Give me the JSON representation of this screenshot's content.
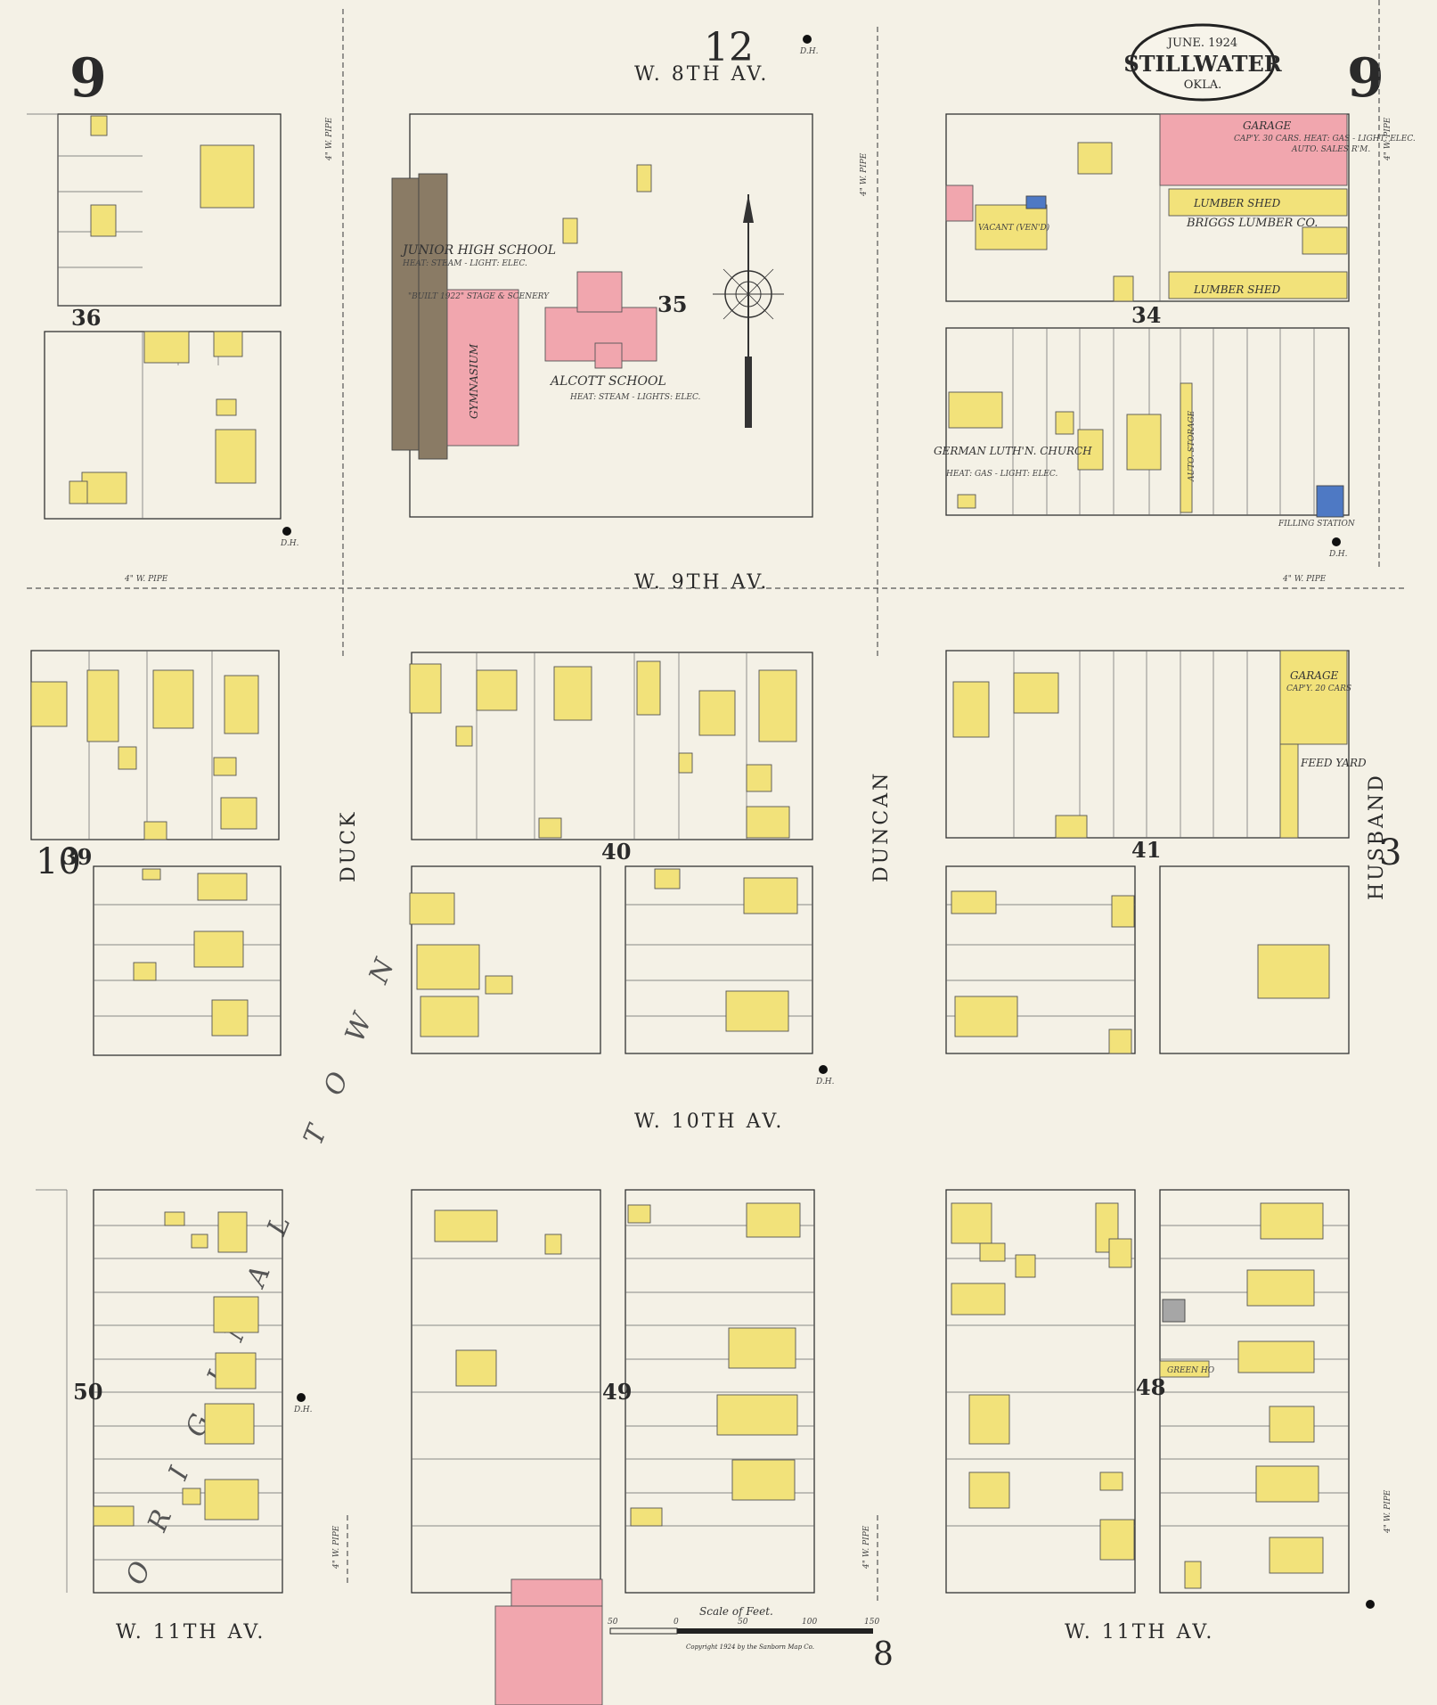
{
  "sheet": {
    "number_left": "9",
    "number_right": "9",
    "number_top": "12",
    "edge_left": "10",
    "edge_right": "3",
    "edge_bottom": "8",
    "date": "JUNE. 1924",
    "city": "STILLWATER",
    "state": "OKLA."
  },
  "streets": {
    "w8": "W. 8TH AV.",
    "w9": "W. 9TH AV.",
    "w10": "W. 10TH AV.",
    "w11_left": "W. 11TH AV.",
    "w11_right": "W. 11TH AV.",
    "duck": "DUCK",
    "duncan": "DUNCAN",
    "husband": "HUSBAND"
  },
  "blocks": [
    "36",
    "35",
    "34",
    "39",
    "40",
    "41",
    "50",
    "49",
    "48"
  ],
  "area_label": "ORIGINAL TOWN",
  "buildings": {
    "junior_high": "JUNIOR HIGH SCHOOL",
    "junior_high_note": "HEAT: STEAM - LIGHT: ELEC.",
    "built": "\"BUILT 1922\" STAGE & SCENERY",
    "gymnasium": "GYMNASIUM",
    "alcott": "ALCOTT SCHOOL",
    "alcott_note": "HEAT: STEAM - LIGHTS: ELEC.",
    "garage_top": "GARAGE",
    "garage_top_note": "CAP'Y. 30 CARS. HEAT: GAS - LIGHT: ELEC.",
    "auto_sales": "AUTO. SALES R'M.",
    "lumber_shed_1": "LUMBER SHED",
    "briggs": "BRIGGS LUMBER CO.",
    "lumber_shed_2": "LUMBER SHED",
    "vacant": "VACANT (VEN'D)",
    "church": "GERMAN LUTH'N. CHURCH",
    "church_note": "HEAT: GAS - LIGHT: ELEC.",
    "auto_storage": "AUTO. STORAGE",
    "filling_station": "FILLING STATION",
    "garage_mid": "GARAGE",
    "garage_mid_note": "CAP'Y. 20 CARS",
    "feed_yard": "FEED YARD",
    "green_ho": "GREEN HO"
  },
  "pipes": {
    "label": "4\" W. PIPE"
  },
  "hydrant": "D.H.",
  "scale": {
    "title": "Scale of Feet.",
    "ticks": [
      "50",
      "0",
      "50",
      "100",
      "150"
    ]
  },
  "copyright": "Copyright 1924 by the Sanborn Map Co.",
  "colors": {
    "paper": "#f4f1e6",
    "dwelling": "#f2e27a",
    "brick": "#f1a6ae",
    "stone": "#8a7b65",
    "iron": "#4e79c4"
  }
}
